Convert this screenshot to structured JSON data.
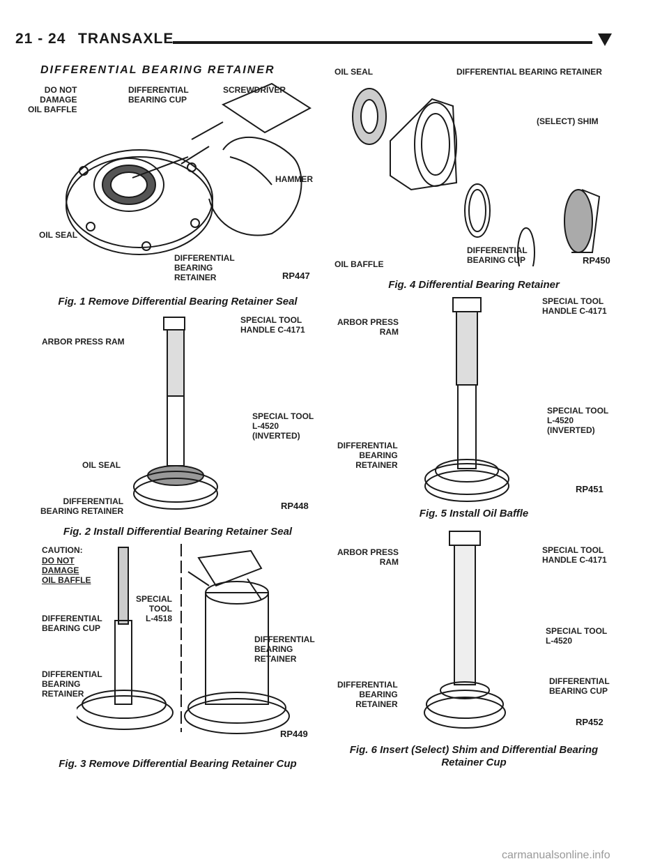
{
  "header": {
    "page_number": "21 - 24",
    "section_title": "TRANSAXLE",
    "marker_icon": "triangle-down-icon"
  },
  "section_heading": "DIFFERENTIAL BEARING RETAINER",
  "fig1": {
    "caption": "Fig. 1 Remove Differential Bearing Retainer Seal",
    "labels": {
      "do_not_damage": "DO NOT\nDAMAGE\nOIL BAFFLE",
      "cup": "DIFFERENTIAL\nBEARING CUP",
      "screwdriver": "SCREWDRIVER",
      "hammer": "HAMMER",
      "oil_seal": "OIL SEAL",
      "retainer": "DIFFERENTIAL\nBEARING\nRETAINER",
      "code": "RP447"
    }
  },
  "fig2": {
    "caption": "Fig. 2 Install Differential Bearing Retainer Seal",
    "labels": {
      "ram": "ARBOR PRESS RAM",
      "handle": "SPECIAL TOOL\nHANDLE C-4171",
      "tool": "SPECIAL TOOL\nL-4520\n(INVERTED)",
      "oil_seal": "OIL SEAL",
      "retainer": "DIFFERENTIAL\nBEARING RETAINER",
      "code": "RP448"
    }
  },
  "fig3": {
    "caption": "Fig. 3 Remove Differential Bearing Retainer Cup",
    "labels": {
      "caution": "CAUTION:",
      "caution_text": "DO NOT\nDAMAGE\nOIL BAFFLE",
      "cup": "DIFFERENTIAL\nBEARING CUP",
      "tool": "SPECIAL\nTOOL\nL-4518",
      "retainer_left": "DIFFERENTIAL\nBEARING\nRETAINER",
      "retainer_right": "DIFFERENTIAL\nBEARING\nRETAINER",
      "code": "RP449"
    }
  },
  "fig4": {
    "caption": "Fig. 4 Differential Bearing Retainer",
    "labels": {
      "oil_seal": "OIL SEAL",
      "retainer": "DIFFERENTIAL BEARING RETAINER",
      "shim": "(SELECT) SHIM",
      "baffle": "OIL BAFFLE",
      "cup": "DIFFERENTIAL\nBEARING CUP",
      "code": "RP450"
    }
  },
  "fig5": {
    "caption": "Fig. 5 Install Oil Baffle",
    "labels": {
      "ram": "ARBOR PRESS\nRAM",
      "handle": "SPECIAL TOOL\nHANDLE C-4171",
      "tool": "SPECIAL TOOL\nL-4520\n(INVERTED)",
      "retainer": "DIFFERENTIAL\nBEARING\nRETAINER",
      "code": "RP451"
    }
  },
  "fig6": {
    "caption": "Fig. 6 Insert (Select) Shim and Differential Bearing\nRetainer Cup",
    "labels": {
      "ram": "ARBOR PRESS\nRAM",
      "handle": "SPECIAL TOOL\nHANDLE C-4171",
      "tool": "SPECIAL TOOL\nL-4520",
      "retainer": "DIFFERENTIAL\nBEARING\nRETAINER",
      "cup": "DIFFERENTIAL\nBEARING CUP",
      "code": "RP452"
    }
  },
  "footer": {
    "watermark": "carmanualsonline.info"
  }
}
